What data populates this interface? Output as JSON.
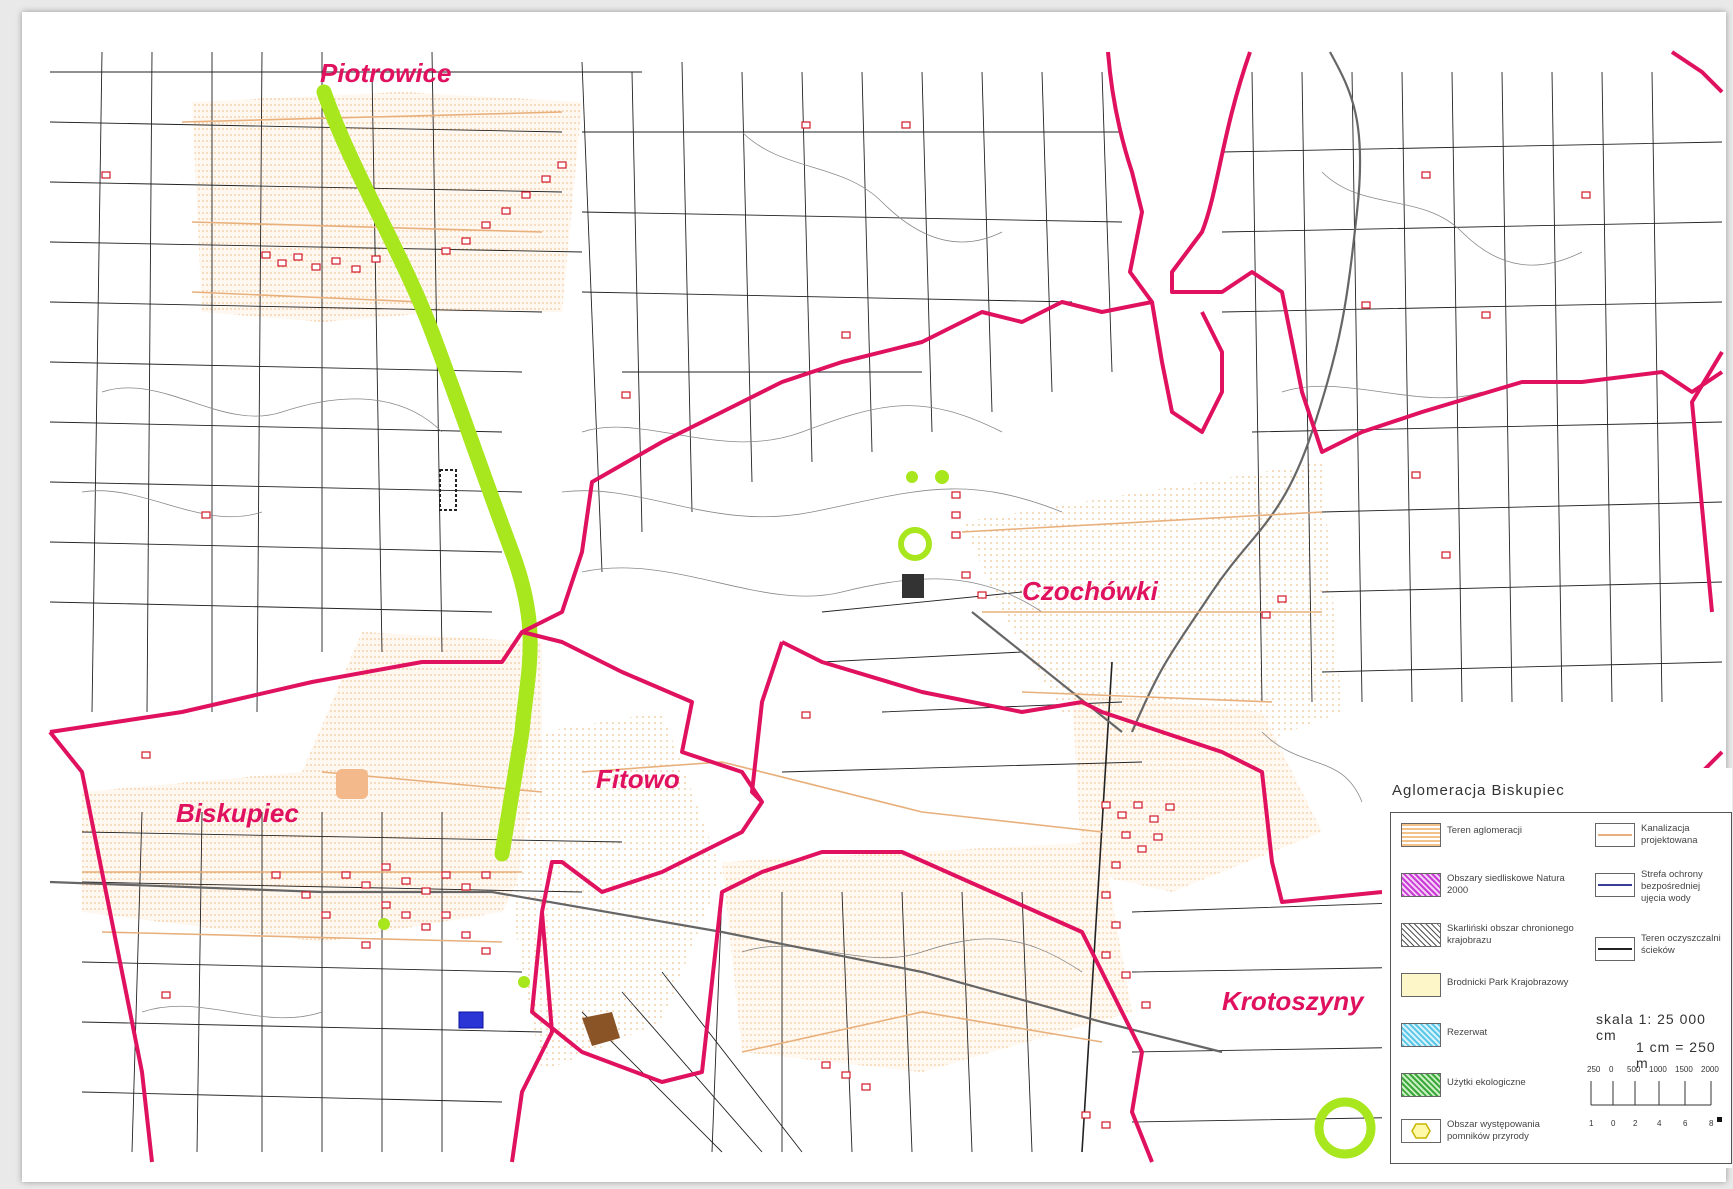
{
  "map": {
    "place_labels": {
      "piotrowice": "Piotrowice",
      "biskupiec": "Biskupiec",
      "fitowo": "Fitowo",
      "czochowki": "Czochówki",
      "krotoszyny": "Krotoszyny"
    },
    "colors": {
      "boundary": "#e0115f",
      "corridor": "#a8e61d",
      "agglomeration": "#f3c18a",
      "planned_sewer": "#e8b07c",
      "parcel_lines": "#222222",
      "contours": "#777777",
      "buildings": "#d11a2a"
    }
  },
  "legend": {
    "title": "Aglomeracja Biskupiec",
    "left_items": [
      {
        "label": "Teren aglomeracji"
      },
      {
        "label": "Obszary siedliskowe Natura 2000"
      },
      {
        "label": "Skarliński obszar chronionego krajobrazu"
      },
      {
        "label": "Brodnicki Park Krajobrazowy"
      },
      {
        "label": "Rezerwat"
      },
      {
        "label": "Użytki ekologiczne"
      },
      {
        "label": "Obszar występowania pomników przyrody"
      }
    ],
    "right_items": [
      {
        "label": "Kanalizacja projektowana"
      },
      {
        "label": "Strefa ochrony bezpośredniej ujęcia wody"
      },
      {
        "label": "Teren oczyszczalni ścieków"
      }
    ],
    "scale": {
      "ratio": "skala 1: 25 000 cm",
      "equivalence": "1 cm = 250 m",
      "meters_ticks": [
        "250",
        "0",
        "500",
        "1000",
        "1500",
        "2000"
      ],
      "cm_ticks": [
        "1",
        "0",
        "2",
        "4",
        "6",
        "8"
      ]
    }
  }
}
